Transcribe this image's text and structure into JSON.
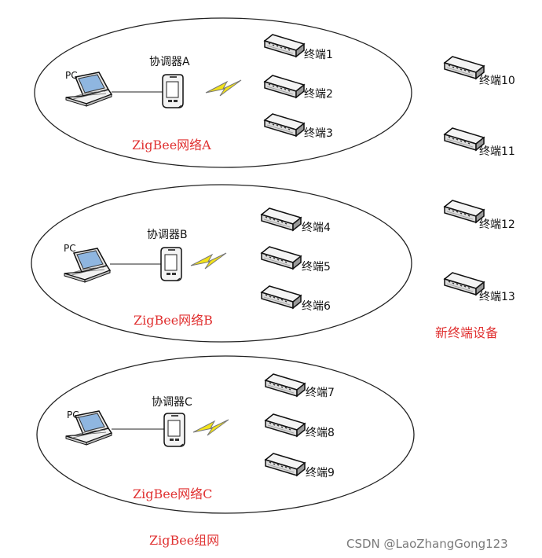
{
  "colors": {
    "accent_red": "#e03131",
    "bolt": "#f2e21a",
    "line": "#222222"
  },
  "networks": [
    {
      "pc": "PC",
      "coordinator": "协调器A",
      "name": "ZigBee网络A",
      "terminals": [
        "终端1",
        "终端2",
        "终端3"
      ]
    },
    {
      "pc": "PC",
      "coordinator": "协调器B",
      "name": "ZigBee网络B",
      "terminals": [
        "终端4",
        "终端5",
        "终端6"
      ]
    },
    {
      "pc": "PC",
      "coordinator": "协调器C",
      "name": "ZigBee网络C",
      "terminals": [
        "终端7",
        "终端8",
        "终端9"
      ]
    }
  ],
  "new_devices": {
    "terminals": [
      "终端10",
      "终端11",
      "终端12",
      "终端13"
    ],
    "caption": "新终端设备"
  },
  "caption": "ZigBee组网",
  "watermark": "CSDN @LaoZhangGong123",
  "icons": {
    "pc": "laptop-icon",
    "coordinator": "handheld-device-icon",
    "terminal": "terminal-device-icon",
    "wireless": "lightning-bolt-icon"
  }
}
